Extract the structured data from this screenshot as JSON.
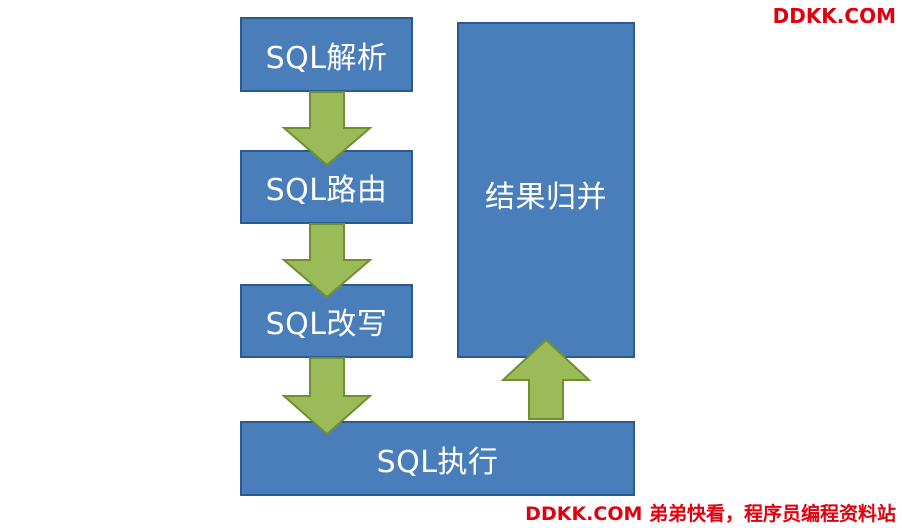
{
  "diagram": {
    "steps": {
      "parse": "SQL解析",
      "route": "SQL路由",
      "rewrite": "SQL改写",
      "execute": "SQL执行",
      "merge": "结果归并"
    },
    "colors": {
      "box_fill": "#4a7ebb",
      "box_border": "#2b5a8c",
      "arrow_fill": "#9bbb59",
      "arrow_border": "#6f8f33",
      "watermark": "#e0000f"
    }
  },
  "watermark": {
    "top": "DDKK.COM",
    "bottom": "DDKK.COM 弟弟快看，程序员编程资料站"
  }
}
